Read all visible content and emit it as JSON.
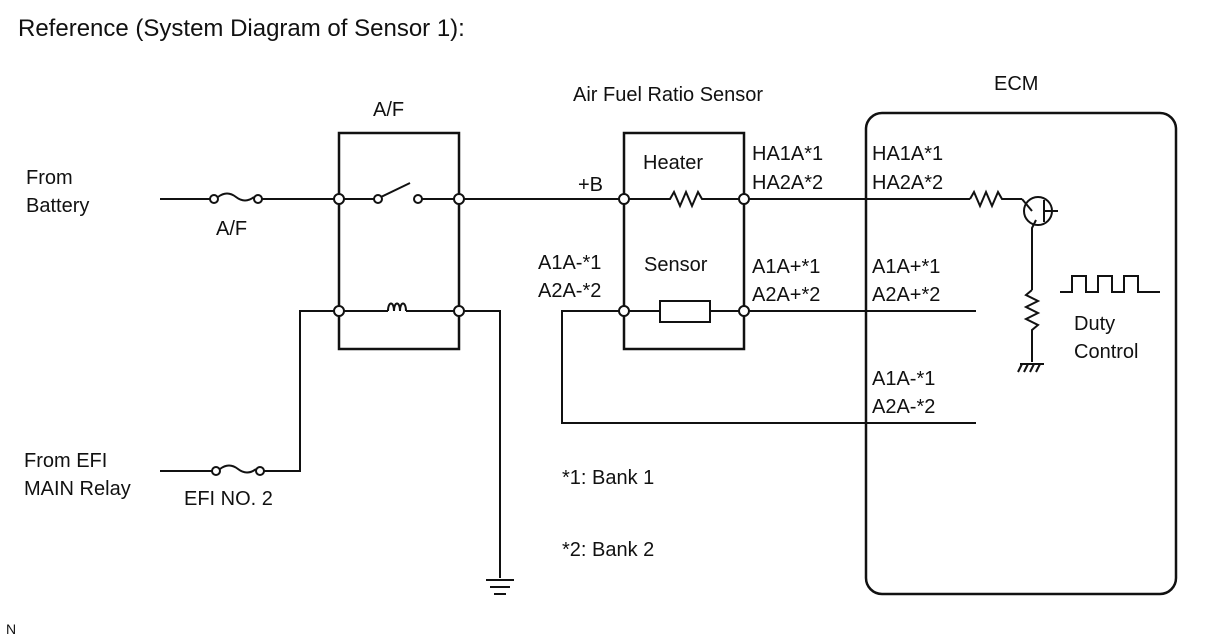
{
  "title": "Reference (System Diagram of Sensor 1):",
  "labels": {
    "from_battery_1": "From",
    "from_battery_2": "Battery",
    "fuse_af": "A/F",
    "from_efi_1": "From EFI",
    "from_efi_2": "MAIN Relay",
    "fuse_efi": "EFI NO. 2",
    "relay_af": "A/F",
    "sensor_title": "Air Fuel Ratio Sensor",
    "heater": "Heater",
    "sensor": "Sensor",
    "plus_b": "+B",
    "a_minus_1": "A1A-*1",
    "a_minus_2": "A2A-*2",
    "ha_left_1": "HA1A*1",
    "ha_left_2": "HA2A*2",
    "a_plus_left_1": "A1A+*1",
    "a_plus_left_2": "A2A+*2",
    "ecm": "ECM",
    "ha_ecm_1": "HA1A*1",
    "ha_ecm_2": "HA2A*2",
    "a_plus_ecm_1": "A1A+*1",
    "a_plus_ecm_2": "A2A+*2",
    "a_minus_ecm_1": "A1A-*1",
    "a_minus_ecm_2": "A2A-*2",
    "duty_1": "Duty",
    "duty_2": "Control",
    "note_1": "*1: Bank 1",
    "note_2": "*2: Bank 2",
    "corner": "N"
  }
}
